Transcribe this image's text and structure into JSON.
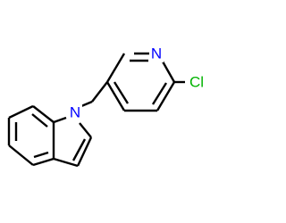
{
  "molecule": {
    "atoms": {
      "pyridine_nitrogen": {
        "symbol": "N",
        "color": "#0000FF"
      },
      "chlorine": {
        "symbol": "Cl",
        "color": "#00B300"
      },
      "indole_nitrogen": {
        "symbol": "N",
        "color": "#0000FF"
      }
    },
    "bond_color": "#000000"
  }
}
